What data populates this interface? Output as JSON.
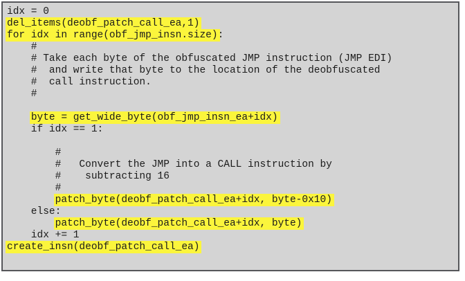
{
  "colors": {
    "page_bg": "#ffffff",
    "panel_bg": "#d4d4d4",
    "panel_border": "#55565a",
    "highlight": "#fbf53c",
    "text": "#1b1b1b"
  },
  "code": {
    "language": "python",
    "lines": [
      {
        "pre": "idx = 0",
        "hl": "",
        "post": ""
      },
      {
        "pre": "",
        "hl": "del_items(deobf_patch_call_ea,1)",
        "post": ""
      },
      {
        "pre": "",
        "hl": "for idx in range(obf_jmp_insn.size)",
        "post": ":"
      },
      {
        "pre": "    #",
        "hl": "",
        "post": ""
      },
      {
        "pre": "    # Take each byte of the obfuscated JMP instruction (JMP EDI)",
        "hl": "",
        "post": ""
      },
      {
        "pre": "    #  and write that byte to the location of the deobfuscated",
        "hl": "",
        "post": ""
      },
      {
        "pre": "    #  call instruction.",
        "hl": "",
        "post": ""
      },
      {
        "pre": "    #",
        "hl": "",
        "post": ""
      },
      {
        "pre": "",
        "hl": "",
        "post": ""
      },
      {
        "pre": "    ",
        "hl": "byte = get_wide_byte(obf_jmp_insn_ea+idx)",
        "post": ""
      },
      {
        "pre": "    if idx == 1:",
        "hl": "",
        "post": ""
      },
      {
        "pre": "",
        "hl": "",
        "post": ""
      },
      {
        "pre": "        #",
        "hl": "",
        "post": ""
      },
      {
        "pre": "        #   Convert the JMP into a CALL instruction by",
        "hl": "",
        "post": ""
      },
      {
        "pre": "        #    subtracting 16",
        "hl": "",
        "post": ""
      },
      {
        "pre": "        #",
        "hl": "",
        "post": ""
      },
      {
        "pre": "        ",
        "hl": "patch_byte(deobf_patch_call_ea+idx, byte-0x10)",
        "post": ""
      },
      {
        "pre": "    else:",
        "hl": "",
        "post": ""
      },
      {
        "pre": "        ",
        "hl": "patch_byte(deobf_patch_call_ea+idx, byte)",
        "post": ""
      },
      {
        "pre": "    idx += 1",
        "hl": "",
        "post": ""
      },
      {
        "pre": "",
        "hl": "create_insn(deobf_patch_call_ea)",
        "post": ""
      }
    ]
  }
}
